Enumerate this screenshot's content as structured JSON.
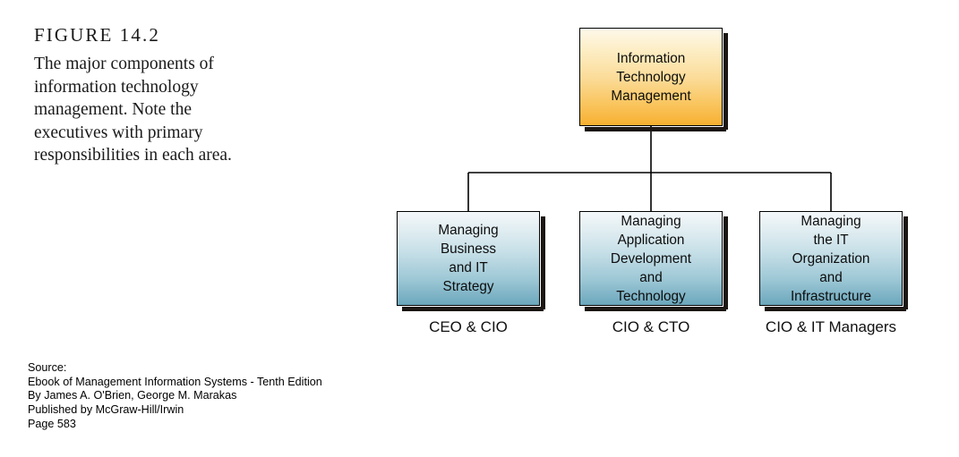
{
  "figure": {
    "number": "FIGURE 14.2",
    "caption": "The major components of information technology management. Note the executives with primary responsibilities in each area."
  },
  "diagram": {
    "type": "org-chart",
    "root": {
      "id": "information-technology-management",
      "lines": [
        "Information",
        "Technology",
        "Management"
      ],
      "fill_top": "#fdf8ea",
      "fill_bottom": "#f8b030",
      "border_color": "#000000",
      "shadow_color": "#1c1713"
    },
    "children": [
      {
        "id": "managing-business-and-it-strategy",
        "lines": [
          "Managing",
          "Business",
          "and IT",
          "Strategy"
        ],
        "role": "CEO & CIO",
        "fill_top": "#f4f8fa",
        "fill_bottom": "#6ba7bc"
      },
      {
        "id": "managing-application-development-and-technology",
        "lines": [
          "Managing",
          "Application",
          "Development",
          "and",
          "Technology"
        ],
        "role": "CIO & CTO",
        "fill_top": "#f4f8fa",
        "fill_bottom": "#6ba7bc"
      },
      {
        "id": "managing-the-it-organization-and-infrastructure",
        "lines": [
          "Managing",
          "the IT",
          "Organization",
          "and",
          "Infrastructure"
        ],
        "role": "CIO & IT Managers",
        "fill_top": "#f4f8fa",
        "fill_bottom": "#6ba7bc"
      }
    ],
    "connector_color": "#000000"
  },
  "source": {
    "line1": "Source:",
    "line2": "Ebook of Management Information Systems - Tenth Edition",
    "line3": "By James A. O'Brien, George M. Marakas",
    "line4": "Published by McGraw-Hill/Irwin",
    "line5": "Page 583"
  }
}
